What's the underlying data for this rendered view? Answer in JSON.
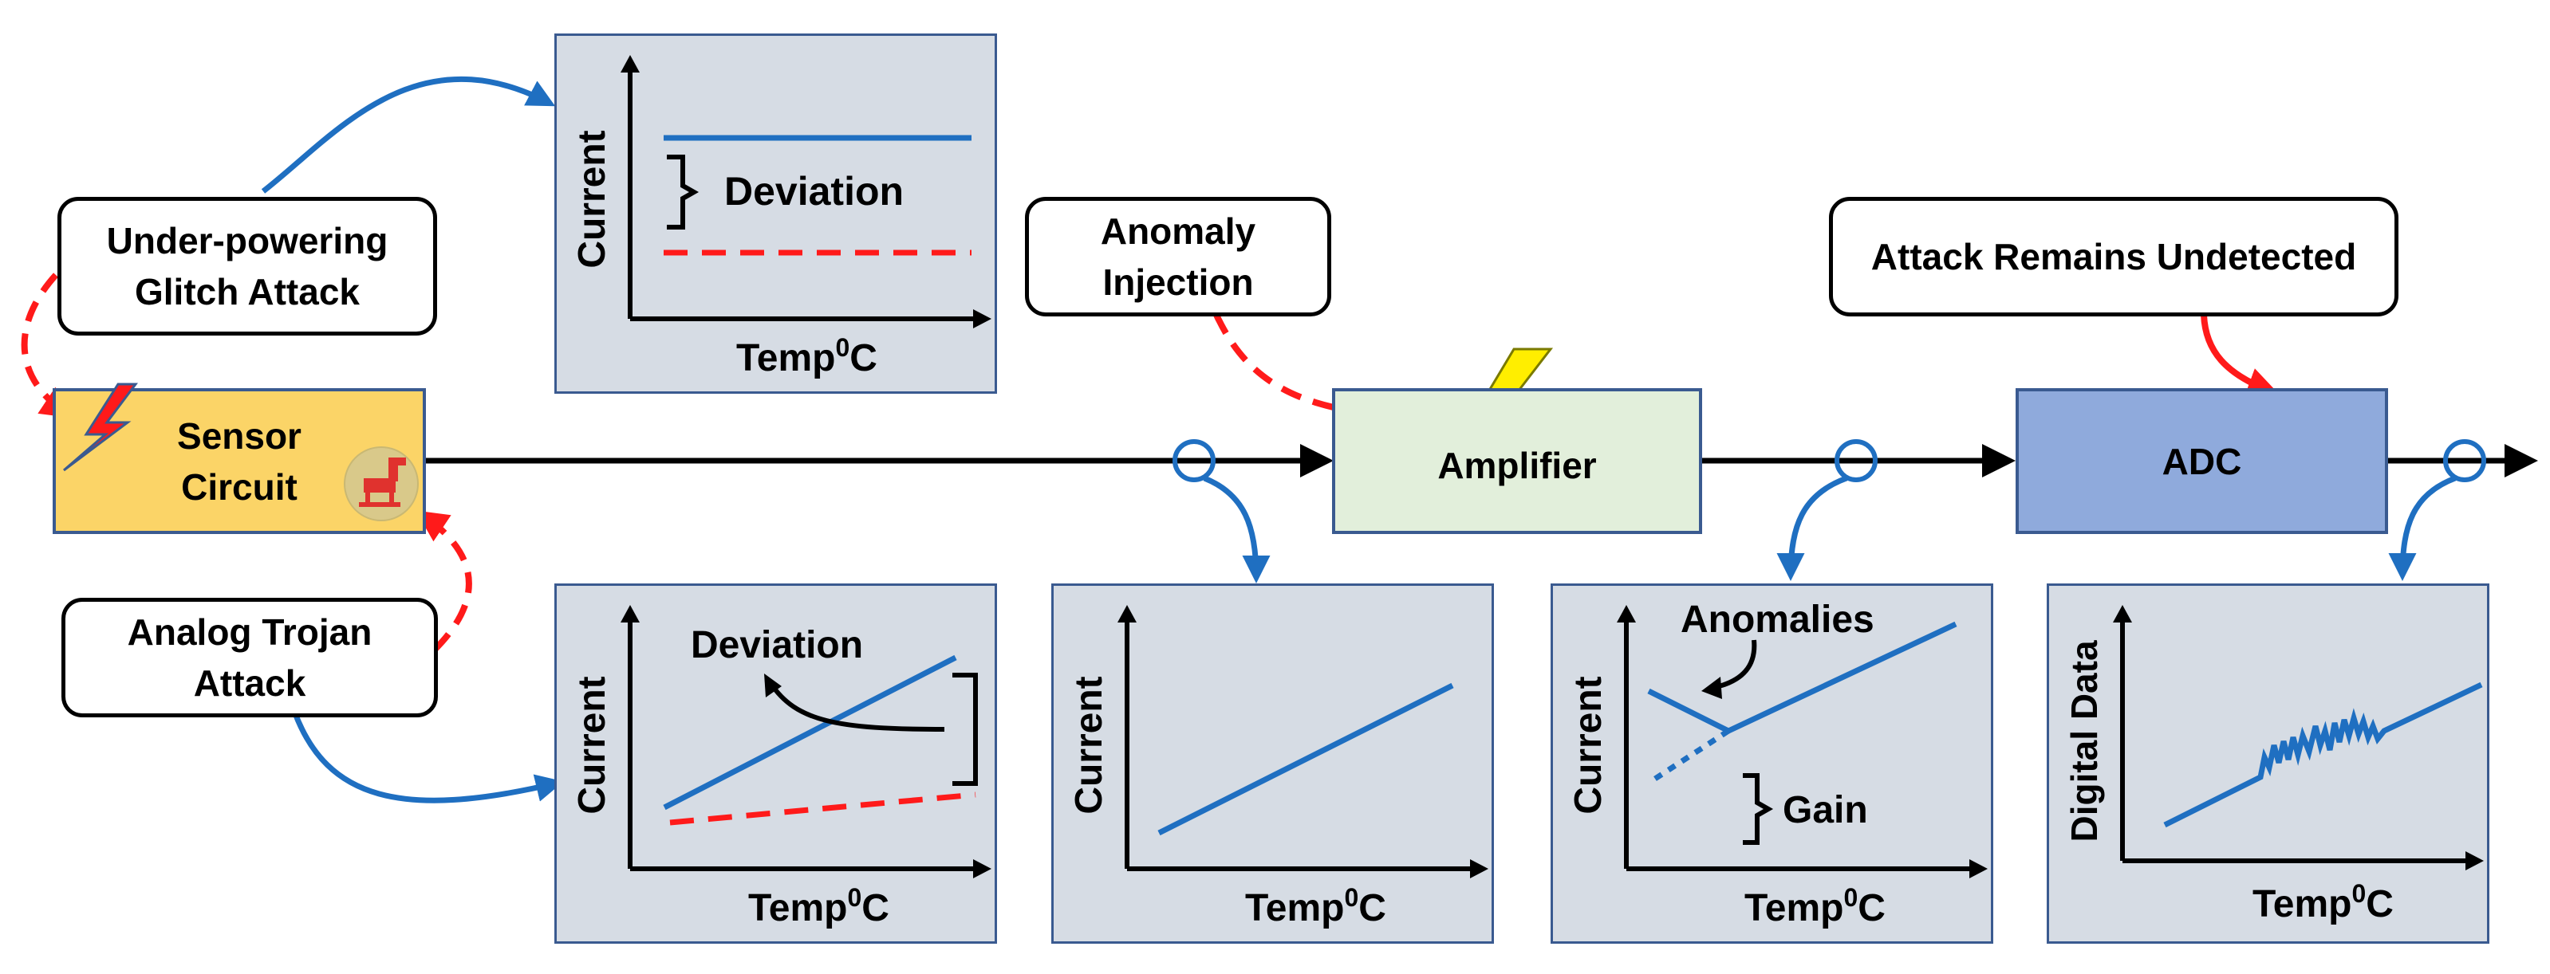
{
  "labels": {
    "glitch": [
      "Under-powering",
      "Glitch Attack"
    ],
    "trojan": [
      "Analog Trojan",
      "Attack"
    ],
    "anomaly": [
      "Anomaly",
      "Injection"
    ],
    "undetected": "Attack Remains Undetected"
  },
  "blocks": {
    "sensor": [
      "Sensor",
      "Circuit"
    ],
    "amplifier": "Amplifier",
    "adc": "ADC"
  },
  "plots": {
    "glitch": {
      "ylabel": "Current",
      "xlabel_main": "Temp",
      "xlabel_sup": "0",
      "xlabel_end": "C",
      "annotation": "Deviation"
    },
    "trojan": {
      "ylabel": "Current",
      "xlabel_main": "Temp",
      "xlabel_sup": "0",
      "xlabel_end": "C",
      "annotation": "Deviation"
    },
    "normal": {
      "ylabel": "Current",
      "xlabel_main": "Temp",
      "xlabel_sup": "0",
      "xlabel_end": "C"
    },
    "amplified": {
      "ylabel": "Current",
      "xlabel_main": "Temp",
      "xlabel_sup": "0",
      "xlabel_end": "C",
      "annotation": "Anomalies",
      "annotation2": "Gain"
    },
    "digital": {
      "ylabel": "Digital Data",
      "xlabel_main": "Temp",
      "xlabel_sup": "0",
      "xlabel_end": "C"
    }
  },
  "colors": {
    "line": "#1f6fc1",
    "attack": "#ff1a1a",
    "sensor_fill": "#fbd467",
    "amp_fill": "#e2efdb",
    "adc_fill": "#8faadc",
    "panel_fill": "#d6dce4"
  },
  "icons": [
    "lightning-icon",
    "trojan-horse-icon"
  ]
}
